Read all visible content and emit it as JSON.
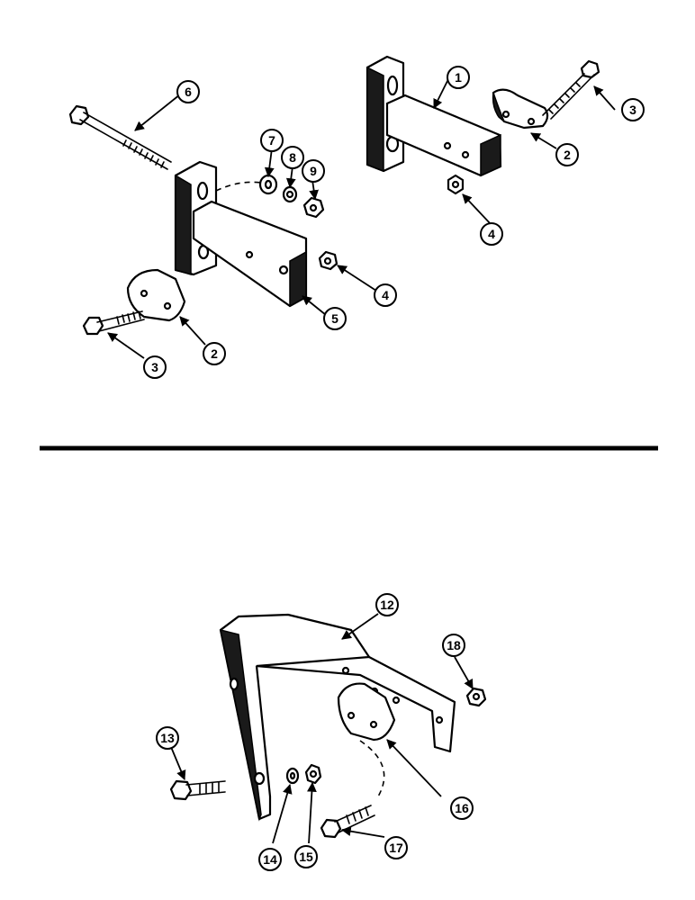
{
  "callouts": {
    "c1": "1",
    "c2a": "2",
    "c2b": "2",
    "c3a": "3",
    "c3b": "3",
    "c4a": "4",
    "c4b": "4",
    "c5": "5",
    "c6": "6",
    "c7": "7",
    "c8": "8",
    "c9": "9",
    "c12": "12",
    "c13": "13",
    "c14": "14",
    "c15": "15",
    "c16": "16",
    "c17": "17",
    "c18": "18"
  }
}
